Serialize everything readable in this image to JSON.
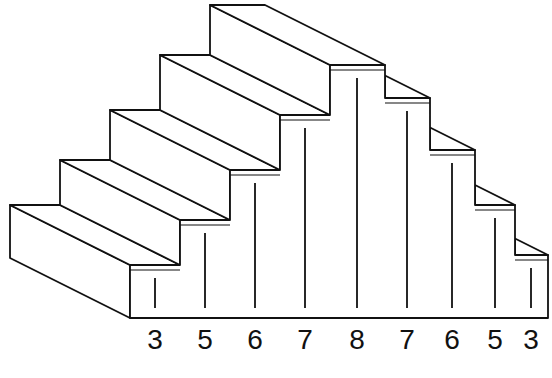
{
  "diagram": {
    "labels": [
      "3",
      "5",
      "6",
      "7",
      "8",
      "7",
      "6",
      "5",
      "3"
    ]
  }
}
